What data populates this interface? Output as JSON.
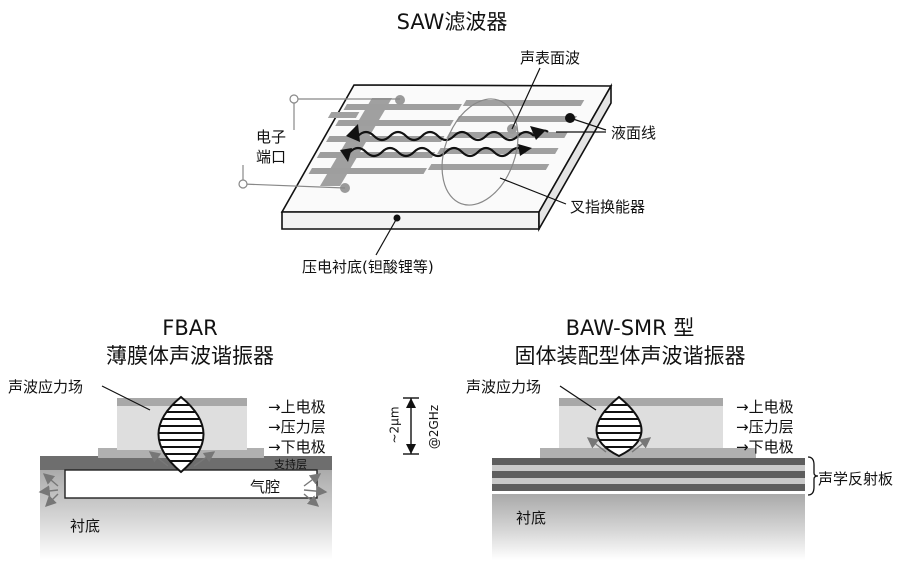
{
  "saw": {
    "title": "SAW滤波器",
    "label_surface_wave": "声表面波",
    "label_port_line1": "电子",
    "label_port_line2": "端口",
    "label_absorber": "液面线",
    "label_idt": "叉指换能器",
    "label_substrate": "压电衬底(钽酸锂等)"
  },
  "fbar": {
    "title_line1": "FBAR",
    "title_line2": "薄膜体声波谐振器",
    "label_wave": "声波应力场",
    "label_top_electrode": "→上电极",
    "label_piezo": "→压力层",
    "label_bottom_electrode": "→下电极",
    "label_support": "支持层",
    "label_cavity": "气腔",
    "label_substrate": "衬底"
  },
  "scale": {
    "label_size": "~2μm",
    "label_freq": "@2GHz"
  },
  "smr": {
    "title_line1": "BAW-SMR 型",
    "title_line2": "固体装配型体声波谐振器",
    "label_wave": "声波应力场",
    "label_top_electrode": "→上电极",
    "label_piezo": "→压力层",
    "label_bottom_electrode": "→下电极",
    "label_reflector": "声学反射板",
    "label_substrate": "衬底"
  }
}
